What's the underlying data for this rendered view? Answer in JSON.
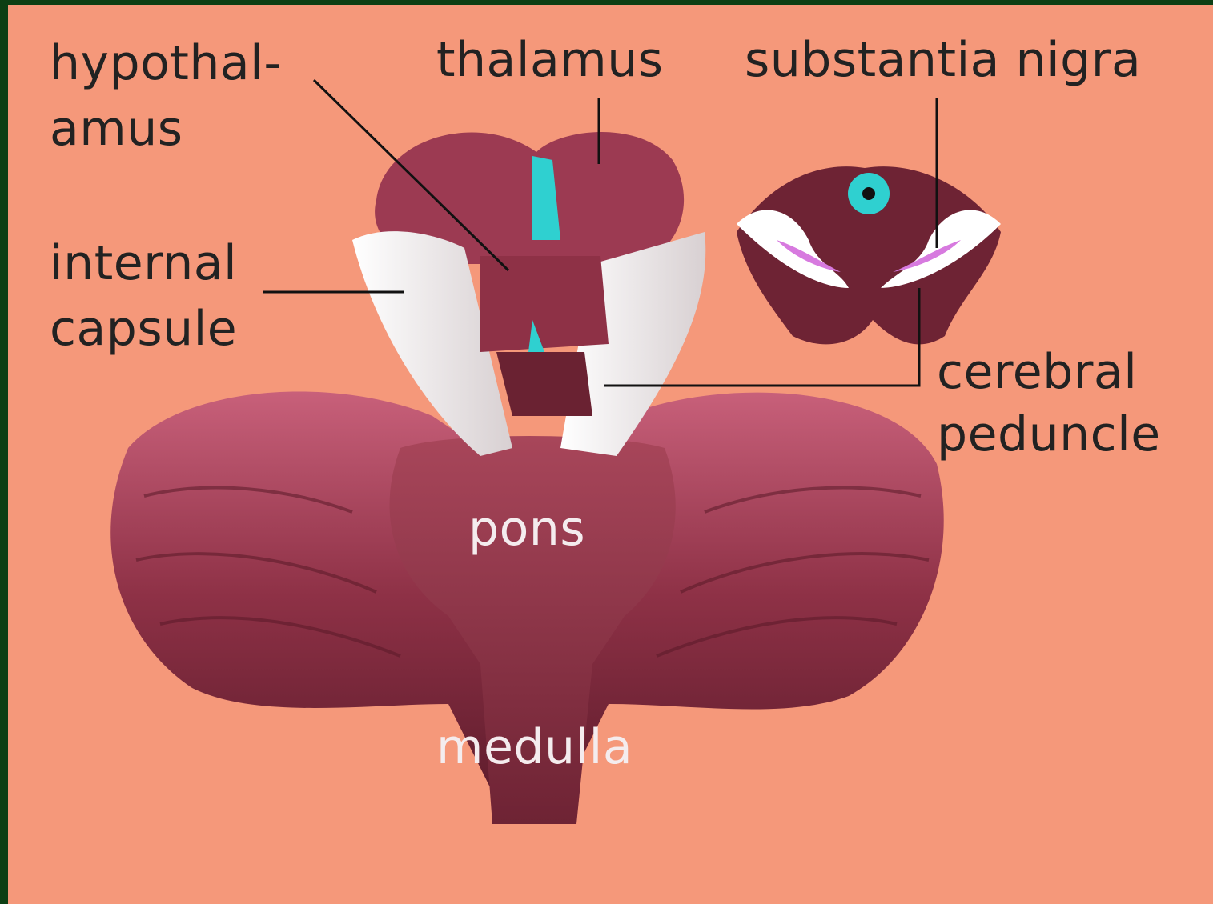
{
  "labels": {
    "hypothalamus_line1": "hypothal-",
    "hypothalamus_line2": "amus",
    "thalamus": "thalamus",
    "substantia_nigra": "substantia nigra",
    "internal_capsule_line1": "internal",
    "internal_capsule_line2": "capsule",
    "cerebral_peduncle_line1": "cerebral",
    "cerebral_peduncle_line2": "peduncle",
    "pons": "pons",
    "medulla": "medulla"
  },
  "colors": {
    "background": "#f5987a",
    "border": "#0d3f14",
    "tissue_dark": "#7a2a3a",
    "tissue_mid": "#9e3d52",
    "tissue_light": "#c25a6e",
    "white_matter": "#eeeaea",
    "ventricle": "#2fd0d0",
    "substantia_nigra": "#d77adf"
  }
}
